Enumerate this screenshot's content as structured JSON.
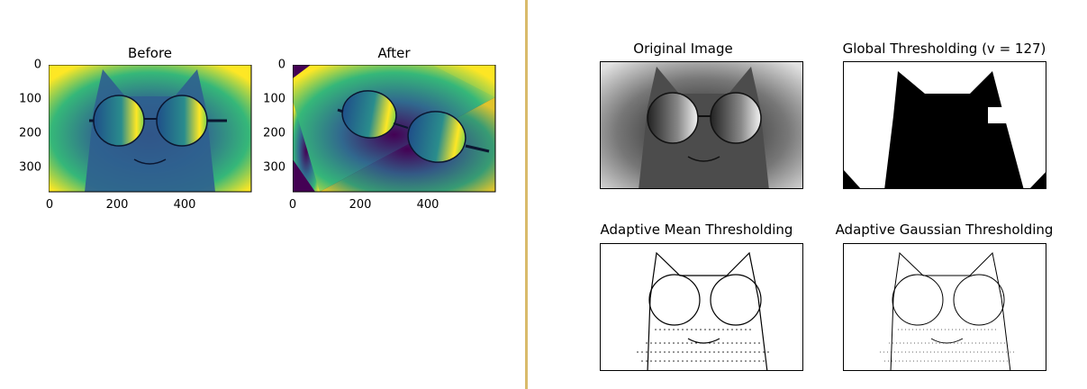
{
  "chart_data": [
    {
      "type": "heatmap",
      "title": "Before",
      "colormap": "viridis",
      "x_ticks": [
        0,
        200,
        400
      ],
      "y_ticks": [
        0,
        100,
        200,
        300
      ],
      "x_tick_labels": [
        "0",
        "200",
        "400"
      ],
      "y_tick_labels": [
        "0",
        "100",
        "200",
        "300"
      ],
      "xlim": [
        0,
        600
      ],
      "ylim": [
        375,
        0
      ]
    },
    {
      "type": "heatmap",
      "title": "After",
      "colormap": "viridis",
      "x_ticks": [
        0,
        200,
        400
      ],
      "y_ticks": [
        0,
        100,
        200,
        300
      ],
      "x_tick_labels": [
        "0",
        "200",
        "400"
      ],
      "y_tick_labels": [
        "0",
        "100",
        "200",
        "300"
      ],
      "xlim": [
        0,
        600
      ],
      "ylim": [
        375,
        0
      ]
    },
    {
      "type": "image",
      "title": "Original Image",
      "colormap": "gray"
    },
    {
      "type": "image",
      "title": "Global Thresholding (v = 127)",
      "colormap": "gray"
    },
    {
      "type": "image",
      "title": "Adaptive Mean Thresholding",
      "colormap": "gray"
    },
    {
      "type": "image",
      "title": "Adaptive Gaussian Thresholding",
      "colormap": "gray"
    }
  ],
  "colors": {
    "divider": "#d9bb6b",
    "viridis_low": "#440154",
    "viridis_mid": "#21918c",
    "viridis_high": "#fde725"
  }
}
